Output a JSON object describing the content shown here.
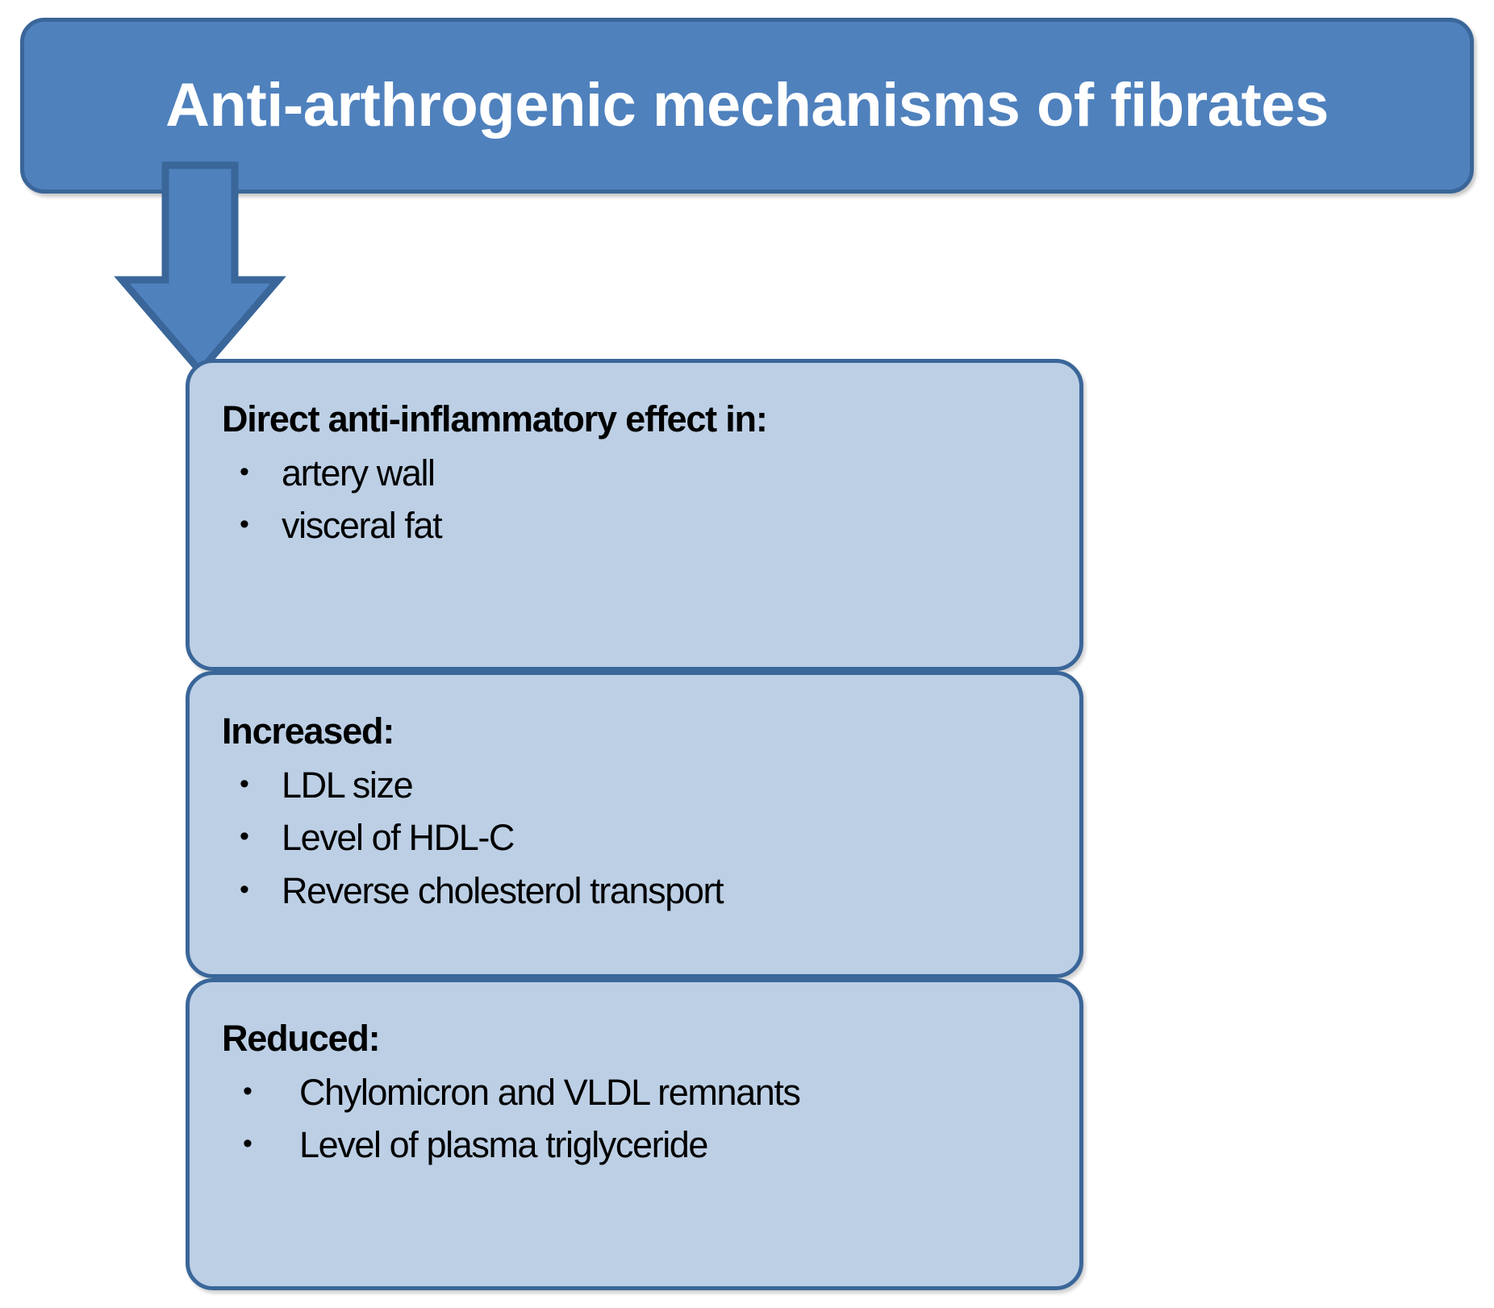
{
  "title": {
    "text": "Anti-arthrogenic mechanisms of fibrates"
  },
  "colors": {
    "banner_fill": "#4F81BD",
    "banner_border": "#3A6699",
    "box_fill": "#BCCFE5",
    "box_border": "#3A6699",
    "arrow_fill": "#4F81BD",
    "arrow_border": "#3A6699",
    "title_text": "#FFFFFF",
    "body_text": "#000000"
  },
  "connector": {
    "kind": "down-arrow",
    "from": "title-banner",
    "to": "box-1"
  },
  "boxes": [
    {
      "heading": "Direct anti-inflammatory effect in:",
      "indent": "narrow",
      "bullets": [
        "artery wall",
        "visceral fat"
      ]
    },
    {
      "heading": "Increased:",
      "indent": "narrow",
      "bullets": [
        "LDL size",
        "Level of HDL-C",
        "Reverse cholesterol transport"
      ]
    },
    {
      "heading": "Reduced:",
      "indent": "wide",
      "bullets": [
        "Chylomicron and VLDL remnants",
        "Level of plasma triglyceride"
      ]
    }
  ],
  "bullet_glyph": "•"
}
